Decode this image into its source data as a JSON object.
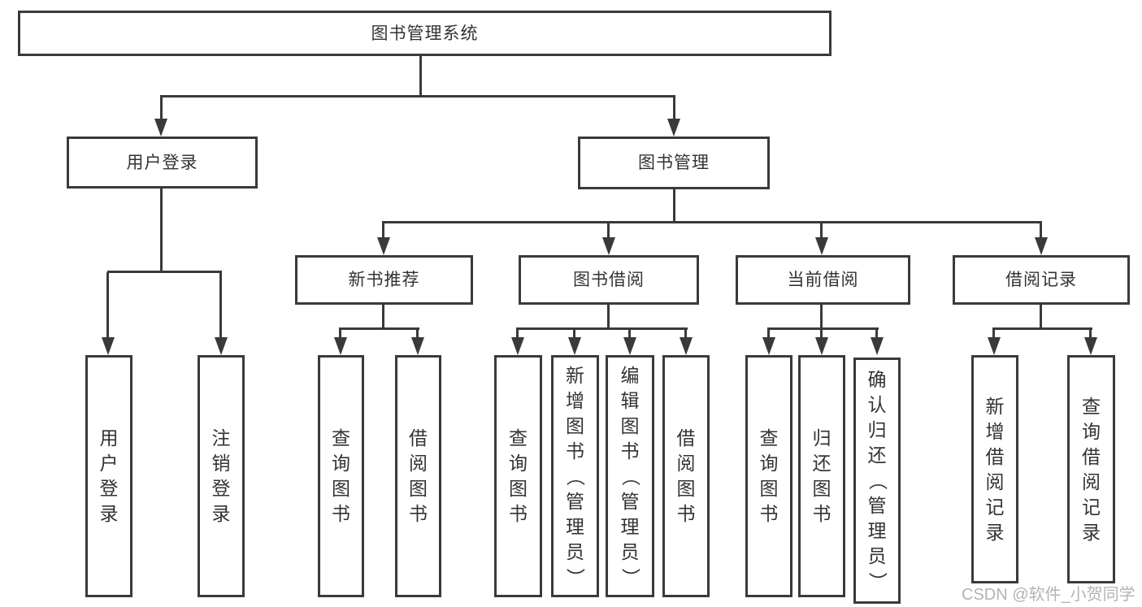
{
  "nodes": {
    "root": "图书管理系统",
    "user_login": "用户登录",
    "book_mgmt": "图书管理",
    "new_books": "新书推荐",
    "book_borrow": "图书借阅",
    "current_borrow": "当前借阅",
    "borrow_records": "借阅记录"
  },
  "leaves": {
    "user_login": [
      "用户登录",
      "注销登录"
    ],
    "new_books": [
      "查询图书",
      "借阅图书"
    ],
    "book_borrow": [
      "查询图书",
      "新增图书（管理员）",
      "编辑图书（管理员）",
      "借阅图书"
    ],
    "current_borrow": [
      "查询图书",
      "归还图书",
      "确认归还（管理员）"
    ],
    "borrow_records": [
      "新增借阅记录",
      "查询借阅记录"
    ]
  },
  "watermark": "CSDN @软件_小贺同学",
  "colors": {
    "line": "#3a3a3a",
    "text": "#333333",
    "watermark": "#b3b3b3",
    "background": "#ffffff"
  }
}
